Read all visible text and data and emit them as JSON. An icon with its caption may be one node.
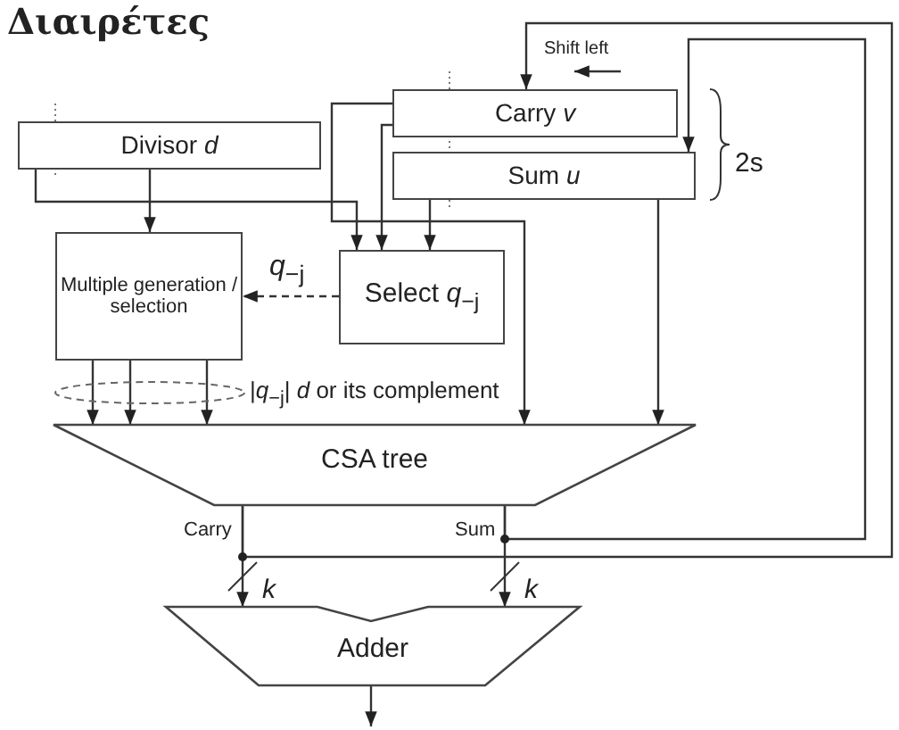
{
  "diagram": {
    "title": "Διαιρέτες",
    "nodes": [
      {
        "text": [
          "Divisor *d*"
        ]
      },
      {
        "text": [
          "Carry *v*"
        ]
      },
      {
        "text": [
          "Sum *u*"
        ]
      },
      {
        "text": [
          "Multiple generation / selection"
        ]
      },
      {
        "text": [
          "Select *q*$_{−j}$"
        ]
      },
      {
        "text": [
          "CSA tree"
        ]
      },
      {
        "text": [
          "Adder"
        ]
      },
      {
        "text": [],
        "shape": "ellipse"
      }
    ],
    "edges": [
      {
        "from": 0,
        "to": 3,
        "arrow": "to"
      },
      {
        "from": 0,
        "to": 4,
        "arrow": "to"
      },
      {
        "from": 1,
        "to": 4,
        "arrow": "to"
      },
      {
        "from": 2,
        "to": 4,
        "arrow": "to"
      },
      {
        "from": 1,
        "to": 5,
        "arrow": "to"
      },
      {
        "from": 2,
        "to": 5,
        "arrow": "to"
      },
      {
        "from": 4,
        "to": 3,
        "arrow": "to",
        "style": "dashed",
        "label": "*q*$_{−j}$"
      },
      {
        "from": 3,
        "to": 5,
        "arrow": "to"
      },
      {
        "from": 3,
        "to": 5,
        "arrow": "to"
      },
      {
        "from": 3,
        "to": 5,
        "arrow": "to"
      },
      {
        "from": 5,
        "to": 6,
        "arrow": "to",
        "label": "Carry"
      },
      {
        "from": 5,
        "to": 6,
        "arrow": "to",
        "label": "Sum"
      },
      {
        "from": 5,
        "to": 1,
        "arrow": "to"
      },
      {
        "from": 5,
        "to": 2,
        "arrow": "to"
      },
      {
        "from": 6,
        "to": null,
        "arrow": "to"
      }
    ],
    "labels": [
      "Shift left",
      "2s",
      "|*q*$_{−j}$| *d* or its complement",
      "*k*",
      "*k*"
    ]
  }
}
